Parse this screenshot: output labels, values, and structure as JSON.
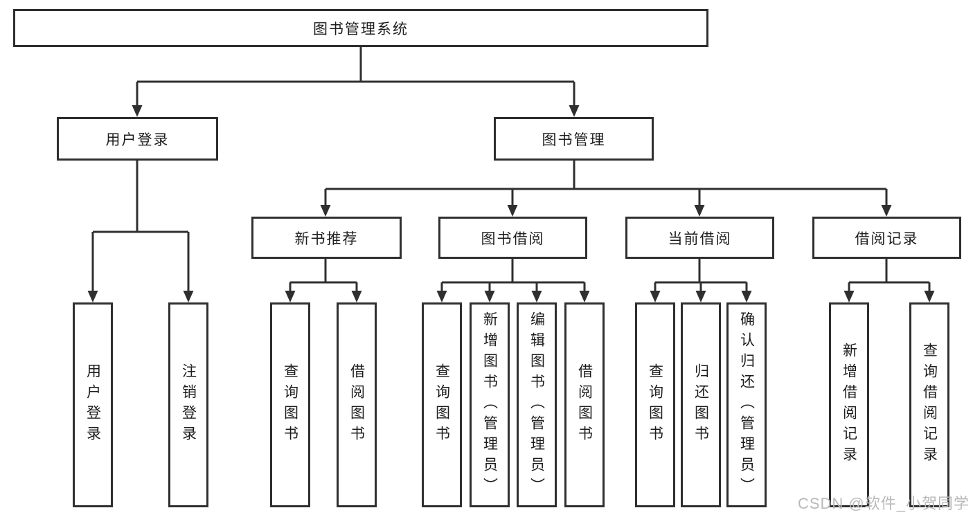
{
  "nodes": {
    "root": "图书管理系统",
    "login": {
      "label": "用户登录",
      "children": [
        "用户登录",
        "注销登录"
      ]
    },
    "mgmt": {
      "label": "图书管理"
    },
    "groups": [
      {
        "label": "新书推荐",
        "children": [
          "查询图书",
          "借阅图书"
        ]
      },
      {
        "label": "图书借阅",
        "children": [
          "查询图书",
          "新增图书（管理员）",
          "编辑图书（管理员）",
          "借阅图书"
        ]
      },
      {
        "label": "当前借阅",
        "children": [
          "查询图书",
          "归还图书",
          "确认归还（管理员）"
        ]
      },
      {
        "label": "借阅记录",
        "children": [
          "新增借阅记录",
          "查询借阅记录"
        ]
      }
    ]
  },
  "watermark": {
    "text": "CSDN @软件_小贺同学",
    "color": "#b9b9b9"
  },
  "colors": {
    "line": "#2f2f2f",
    "box_border": "#2f2f2f",
    "text": "#1d1d1d",
    "background": "#ffffff"
  }
}
